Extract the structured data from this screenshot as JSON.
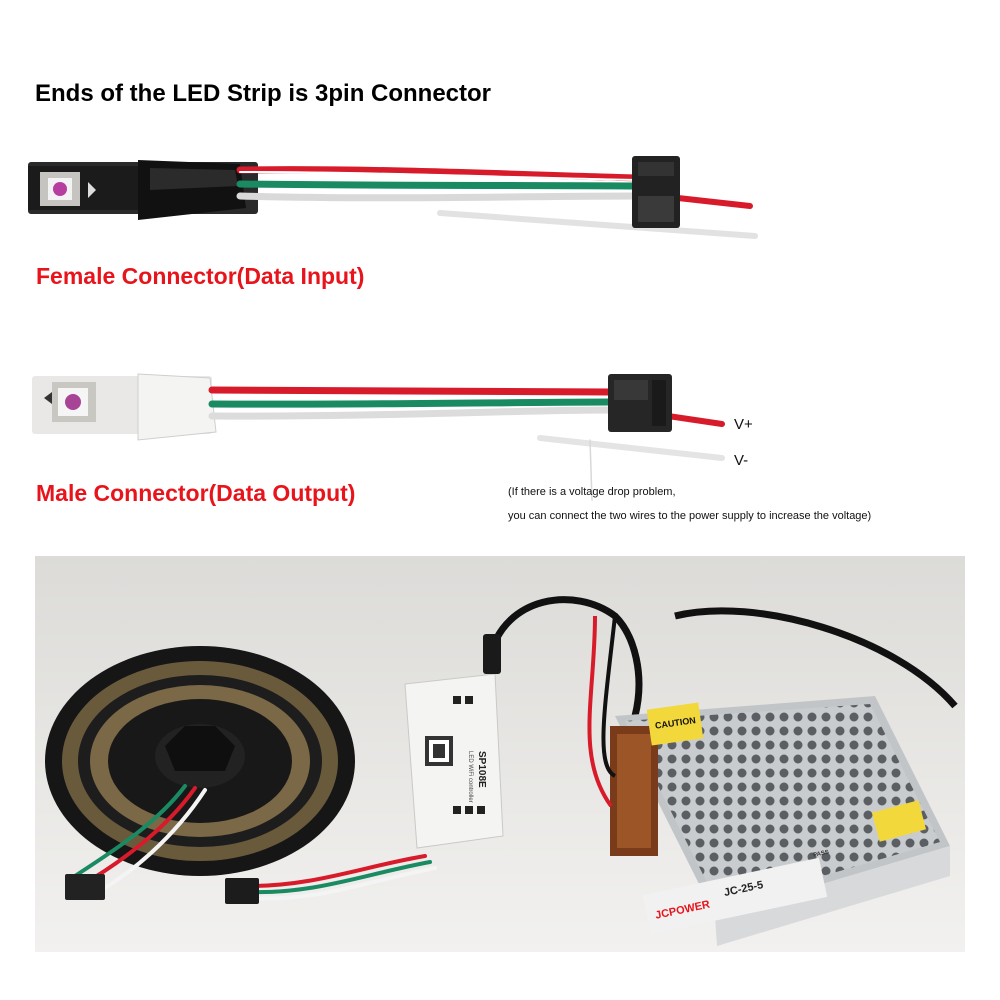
{
  "heading": "Ends of the LED Strip is 3pin Connector",
  "female_label": "Female Connector(Data Input)",
  "male_label": "Male Connector(Data Output)",
  "wire_labels": {
    "v_plus": "V+",
    "v_minus": "V-"
  },
  "note": {
    "line1": "(If there is a voltage drop problem,",
    "line2": "you can connect the two wires to the power supply to increase the voltage)"
  },
  "photo": {
    "controller_brand": "SP108E",
    "controller_subtitle": "LED WiFi controller",
    "psu_brand": "JCPOWER",
    "psu_model": "JC-25-5",
    "psu_caution": "CAUTION",
    "psu_pass": "PASS"
  },
  "colors": {
    "accent_red": "#e8141c",
    "wire_green": "#1a8a63",
    "wire_red": "#d81b2a"
  }
}
